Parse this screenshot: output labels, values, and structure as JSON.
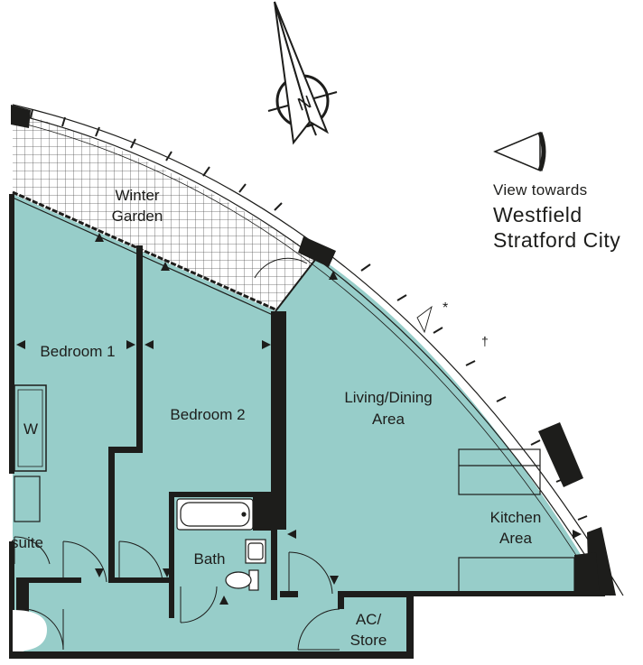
{
  "rooms": {
    "winter_garden_line1": "Winter",
    "winter_garden_line2": "Garden",
    "bedroom1": "Bedroom 1",
    "bedroom2": "Bedroom 2",
    "living_line1": "Living/Dining",
    "living_line2": "Area",
    "kitchen_line1": "Kitchen",
    "kitchen_line2": "Area",
    "bath": "Bath",
    "ensuite_partial": "suite",
    "wardrobe": "W",
    "store_line1": "AC/",
    "store_line2": "Store"
  },
  "view": {
    "line1": "View towards",
    "line2": "Westfield",
    "line3": "Stratford City"
  },
  "compass": {
    "letter": "N"
  },
  "marks": {
    "asterisk": "*",
    "dagger": "†"
  },
  "colors": {
    "floor": "#97cdc9",
    "wall": "#1d1d1b",
    "grid": "#555555"
  }
}
